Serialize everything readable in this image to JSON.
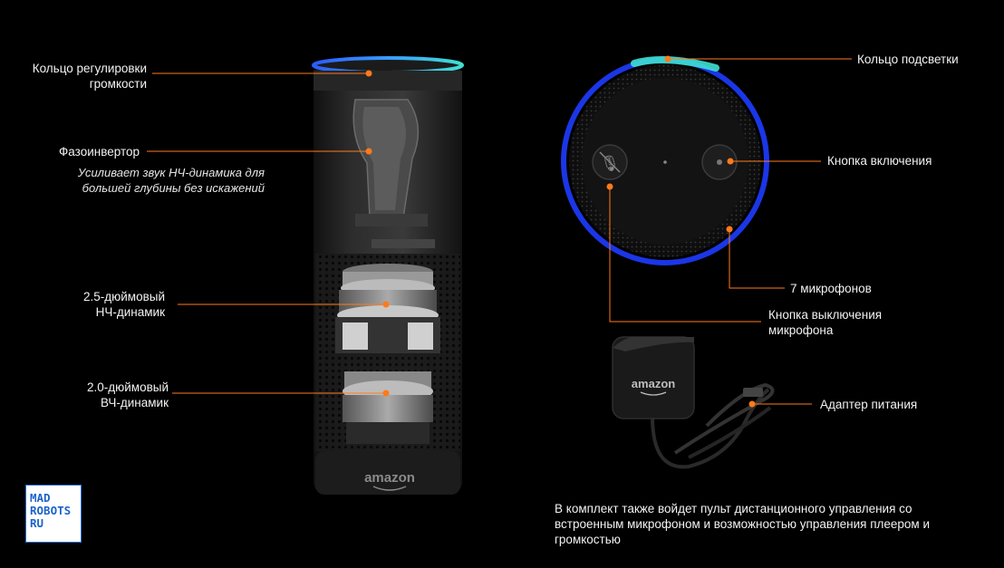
{
  "labels": {
    "volume_ring": [
      "Кольцо регулировки",
      "громкости"
    ],
    "bass_reflex": "Фазоинвертор",
    "bass_reflex_desc": [
      "Усиливает звук НЧ-динамика для",
      "большей глубины без искажений"
    ],
    "woofer": [
      "2.5-дюймовый",
      "НЧ-динамик"
    ],
    "tweeter": [
      "2.0-дюймовый",
      "ВЧ-динамик"
    ],
    "light_ring": "Кольцо подсветки",
    "power_button": "Кнопка включения",
    "microphones": "7 микрофонов",
    "mic_off_button": [
      "Кнопка  выключения",
      "микрофона"
    ],
    "power_adapter": "Адаптер питания"
  },
  "brand": {
    "echo": "amazon",
    "adapter": "amazon"
  },
  "note": "В комплект также войдет пульт дистанционного управления со встроенным микрофоном и возможностью управления плеером и громкостью",
  "logo": [
    "MAD",
    "ROBOTS",
    "RU"
  ],
  "colors": {
    "accent": "#ff7a1a",
    "ring_blue": "#2a5cff",
    "ring_cyan": "#3fe0d0",
    "logo_blue": "#1c63c9"
  }
}
